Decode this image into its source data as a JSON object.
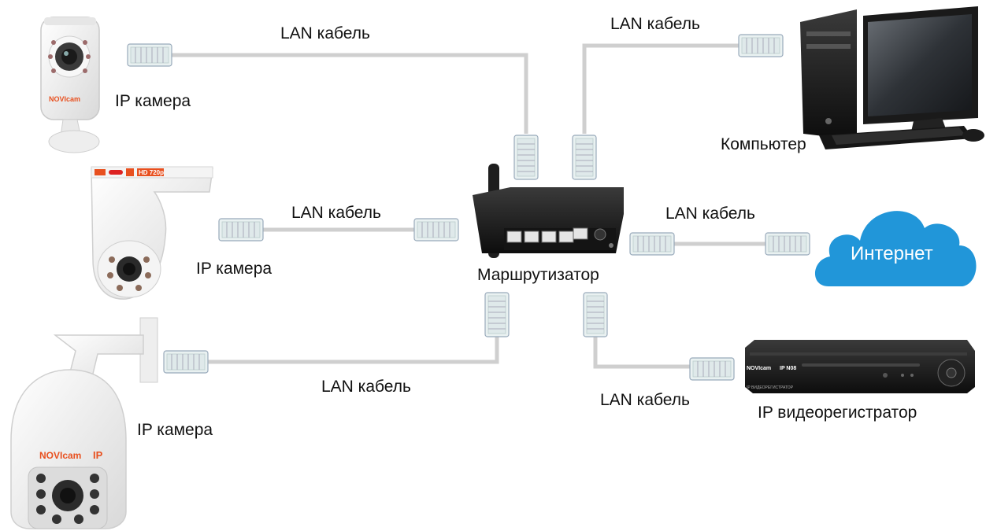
{
  "labels": {
    "cable_top": "LAN кабель",
    "cable_computer": "LAN кабель",
    "cable_mid_left": "LAN кабель",
    "cable_internet": "LAN кабель",
    "cable_bottom": "LAN кабель",
    "cable_nvr": "LAN кабель",
    "camera_1": "IP камера",
    "camera_2": "IP камера",
    "camera_3": "IP камера",
    "computer": "Компьютер",
    "router": "Маршрутизатор",
    "internet": "Интернет",
    "nvr": "IP видеорегистратор"
  },
  "logos": {
    "brand": "NOVIcam",
    "camera_hd": "HD 720p",
    "dome_ip": "IP",
    "nvr_model": "IP N08",
    "nvr_sub": "IP ВИДЕОРЕГИСТРАТОР"
  },
  "colors": {
    "cable": "#cfcfcf",
    "cloud": "#2196d9",
    "device_dark": "#1b1b1b",
    "camera_white": "#f2f2f2",
    "brand_orange": "#e8501f"
  }
}
